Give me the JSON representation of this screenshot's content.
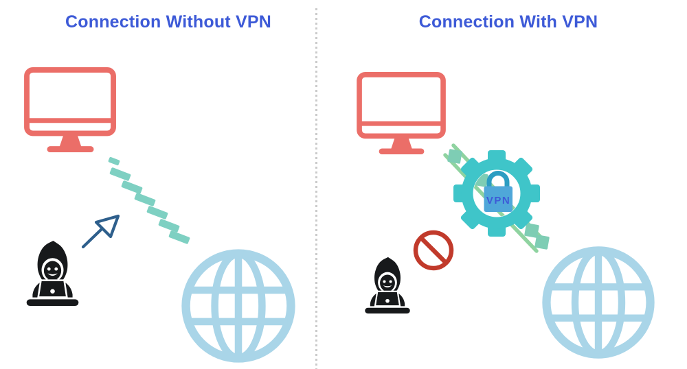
{
  "left_panel": {
    "title": "Connection Without VPN",
    "icons": [
      "computer-icon",
      "unsecured-dashed-link",
      "attack-arrow-icon",
      "hacker-icon",
      "internet-globe-icon"
    ]
  },
  "right_panel": {
    "title": "Connection With VPN",
    "vpn_label": "VPN",
    "icons": [
      "computer-icon",
      "encrypted-tunnel-link",
      "vpn-gear-lock-icon",
      "blocked-sign-icon",
      "hacker-icon",
      "internet-globe-icon"
    ]
  },
  "colors": {
    "title_blue": "#3D5AD7",
    "monitor_red": "#EB6E68",
    "globe_blue": "#A9D5E8",
    "hacker_black": "#17191B",
    "arrow_navy": "#2E5F8C",
    "dash_teal": "#7ED0C2",
    "gear_teal": "#3FC5C9",
    "lock_blue": "#4FA7D9",
    "shackle_blue": "#2B9DC2",
    "vpn_text": "#3D5AD7",
    "track_green": "#8FD3A0",
    "track_square": "#7ECDB4",
    "ban_red": "#C13A2B",
    "divider_gray": "#CBCBCB",
    "background": "#FFFFFF"
  }
}
